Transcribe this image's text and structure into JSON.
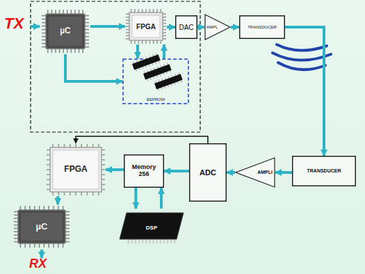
{
  "diagram": {
    "nodes": [
      {
        "text": [
          "µC"
        ]
      },
      {
        "text": [
          "FPGA"
        ]
      },
      {
        "text": [
          "EEPROM"
        ]
      },
      {
        "text": [
          "DAC"
        ]
      },
      {
        "text": [
          "AMPL"
        ]
      },
      {
        "text": [
          "TRANSDUCER"
        ]
      },
      {
        "text": [
          "TRANSDUCER"
        ]
      },
      {
        "text": [
          "AMPLI"
        ]
      },
      {
        "text": [
          "ADC"
        ]
      },
      {
        "text": [
          "Memory 256"
        ]
      },
      {
        "text": [
          "FPGA"
        ]
      },
      {
        "text": [
          "DSP"
        ]
      },
      {
        "text": [
          "µC"
        ]
      }
    ],
    "edges": [
      {
        "from": 0,
        "to": 1,
        "arrow": "to"
      },
      {
        "from": 0,
        "to": 2,
        "arrow": "to"
      },
      {
        "from": 1,
        "to": 2,
        "arrow": "to"
      },
      {
        "from": 2,
        "to": 1,
        "arrow": "to"
      },
      {
        "from": 1,
        "to": 3,
        "arrow": "to"
      },
      {
        "from": 3,
        "to": 4,
        "arrow": "to"
      },
      {
        "from": 4,
        "to": 5,
        "arrow": "to"
      },
      {
        "from": 5,
        "to": 6,
        "arrow": "to"
      },
      {
        "from": 6,
        "to": 7,
        "arrow": "to"
      },
      {
        "from": 7,
        "to": 8,
        "arrow": "to"
      },
      {
        "from": 8,
        "to": 9,
        "arrow": "to"
      },
      {
        "from": 9,
        "to": 10,
        "arrow": "to"
      },
      {
        "from": 8,
        "to": 10,
        "arrow": "to"
      },
      {
        "from": 9,
        "to": 11,
        "arrow": "to"
      },
      {
        "from": 11,
        "to": 9,
        "arrow": "to"
      },
      {
        "from": 10,
        "to": 12,
        "arrow": "to"
      }
    ],
    "labels": [
      "TX",
      "RX"
    ]
  }
}
